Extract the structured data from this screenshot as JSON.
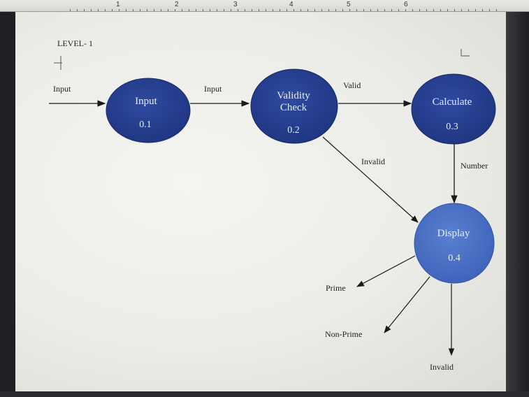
{
  "ruler": {
    "numbers": [
      "1",
      "2",
      "3",
      "4",
      "5",
      "6"
    ]
  },
  "diagram": {
    "level_label": "LEVEL- 1",
    "nodes": {
      "input": {
        "name": "Input",
        "id": "0.1"
      },
      "validity": {
        "name_line1": "Validity",
        "name_line2": "Check",
        "id": "0.2"
      },
      "calculate": {
        "name": "Calculate",
        "id": "0.3"
      },
      "display": {
        "name": "Display",
        "id": "0.4"
      }
    },
    "flows": {
      "external_input": "Input",
      "input_to_validity": "Input",
      "valid": "Valid",
      "invalid": "Invalid",
      "number": "Number",
      "prime": "Prime",
      "non_prime": "Non-Prime",
      "invalid_out": "Invalid"
    },
    "colors": {
      "dark_node": "#283f8f",
      "light_node": "#4a6fc4",
      "line": "#1a1a1a"
    }
  }
}
